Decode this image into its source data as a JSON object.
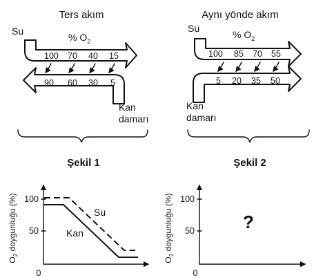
{
  "figure1": {
    "title": "Ters akım",
    "water_label": "Su",
    "percent_label": "% O",
    "percent_sub": "2",
    "water_values": [
      "100",
      "70",
      "40",
      "15"
    ],
    "blood_values": [
      "90",
      "60",
      "30",
      "5"
    ],
    "blood_label_line1": "Kan",
    "blood_label_line2": "damarı",
    "caption": "Şekil 1"
  },
  "figure2": {
    "title": "Aynı yönde akım",
    "water_label": "Su",
    "percent_label": "% O",
    "percent_sub": "2",
    "water_values": [
      "100",
      "85",
      "70",
      "55"
    ],
    "blood_values": [
      "5",
      "20",
      "35",
      "50"
    ],
    "blood_label_line1": "Kan",
    "blood_label_line2": "damarı",
    "caption": "Şekil 2"
  },
  "graph1": {
    "ylabel_prefix": "O",
    "ylabel_sub": "2",
    "ylabel_rest": " doygunluğu (%)",
    "ytick_100": "100",
    "ytick_50": "50",
    "origin": "0",
    "series_water": "Su",
    "series_blood": "Kan"
  },
  "graph2": {
    "ylabel_prefix": "O",
    "ylabel_sub": "2",
    "ylabel_rest": " doygunluğu (%)",
    "ytick_100": "100",
    "ytick_50": "50",
    "origin": "0",
    "unknown": "?"
  }
}
